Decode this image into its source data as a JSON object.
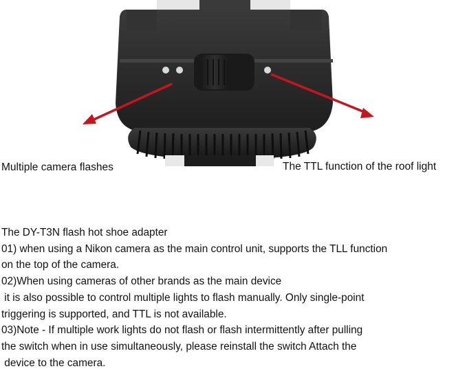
{
  "callouts": {
    "left": "Multiple camera flashes",
    "right": "The TTL function of the roof light"
  },
  "description": {
    "lines": [
      "The DY-T3N flash hot shoe adapter",
      "01) when using a Nikon camera as the main control unit, supports the TLL function",
      "on the top of the camera.",
      "02)When using cameras of other brands as the main device",
      " it is also possible to control multiple lights to flash manually. Only single-point",
      "triggering is supported, and TTL is not available.",
      "03)Note - If multiple work lights do not flash or flash intermittently after pulling",
      "the switch when in use simultaneously, please reinstall the switch Attach the",
      " device to the camera."
    ]
  },
  "colors": {
    "arrow": "#c4161c",
    "body": "#2b2b2b",
    "contacts": "#d9d9d9"
  }
}
